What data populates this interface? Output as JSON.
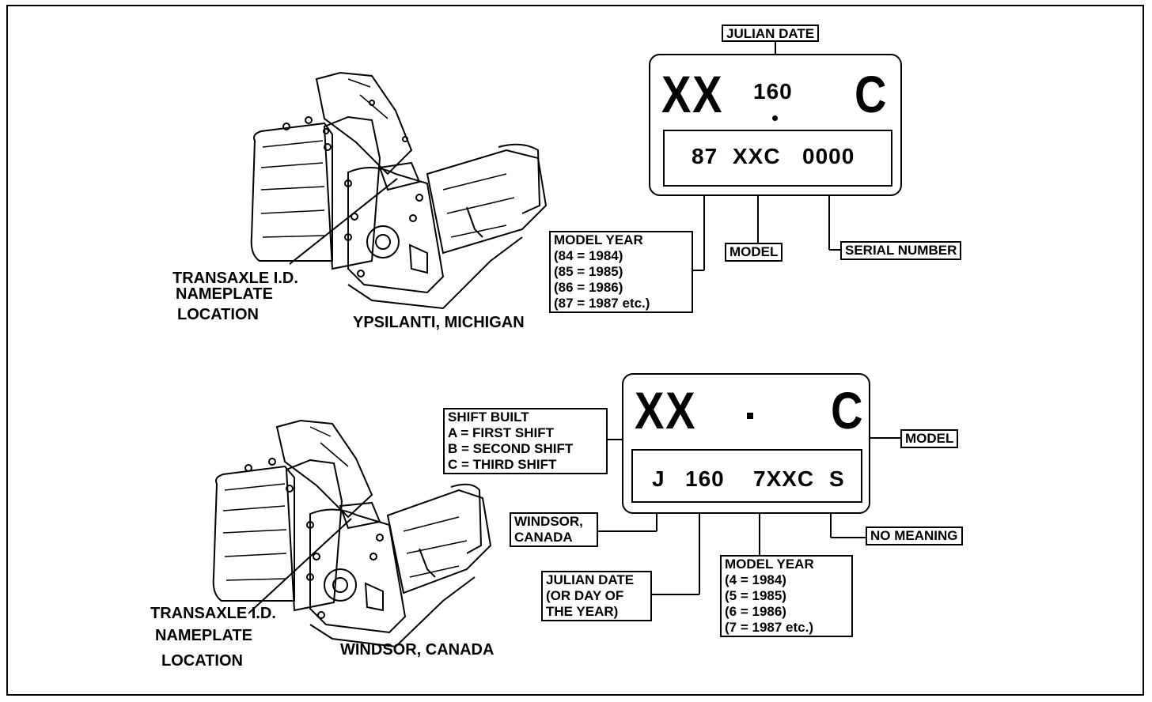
{
  "plant1": {
    "caption": "YPSILANTI, MICHIGAN",
    "location_label": [
      "TRANSAXLE I.D.",
      "NAMEPLATE",
      "LOCATION"
    ],
    "plate": {
      "left_code": "XX",
      "center_code": "160",
      "right_code": "C",
      "model_year": "87",
      "model": "XXC",
      "serial": "0000"
    },
    "labels": {
      "julian_date": "JULIAN DATE",
      "model": "MODEL",
      "serial_number": "SERIAL NUMBER",
      "model_year_lines": [
        "MODEL YEAR",
        "(84 = 1984)",
        "(85 = 1985)",
        "(86 = 1986)",
        "(87 = 1987 etc.)"
      ]
    }
  },
  "plant2": {
    "caption": "WINDSOR, CANADA",
    "location_label": [
      "TRANSAXLE I.D.",
      "NAMEPLATE",
      "LOCATION"
    ],
    "plate": {
      "left_code": "XX",
      "right_code": "C",
      "shift_code": "J",
      "julian": "160",
      "model": "7XXC",
      "suffix": "S"
    },
    "labels": {
      "shift_built_lines": [
        "SHIFT BUILT",
        "A = FIRST SHIFT",
        "B = SECOND SHIFT",
        "C = THIRD SHIFT"
      ],
      "model": "MODEL",
      "windsor_lines": [
        "WINDSOR,",
        "CANADA"
      ],
      "no_meaning": "NO MEANING",
      "julian_lines": [
        "JULIAN DATE",
        "(OR DAY OF",
        "THE YEAR)"
      ],
      "model_year_lines": [
        "MODEL YEAR",
        "(4 = 1984)",
        "(5 = 1985)",
        "(6 = 1986)",
        "(7 = 1987 etc.)"
      ]
    }
  }
}
